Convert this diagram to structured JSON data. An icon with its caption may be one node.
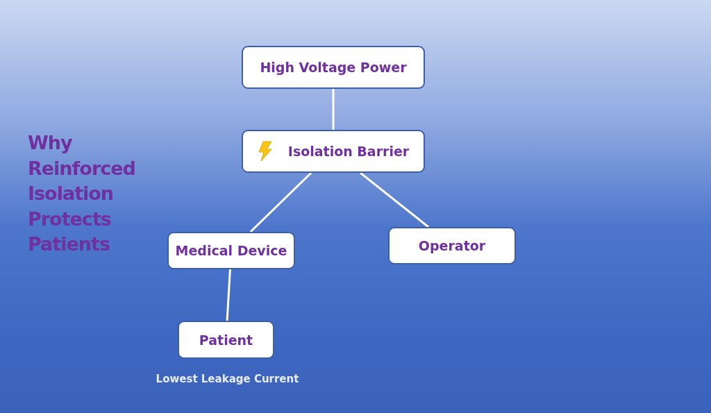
{
  "diagram": {
    "title": "Why Reinforced Isolation Protects Patients",
    "nodes": [
      {
        "text": [
          "High Voltage Power"
        ]
      },
      {
        "text": [
          "Isolation Barrier"
        ]
      },
      {
        "text": [
          "Medical Device"
        ]
      },
      {
        "text": [
          "Operator"
        ]
      },
      {
        "text": [
          "Patient"
        ],
        "beside": [
          "Lowest Leakage Current"
        ]
      }
    ],
    "edges": [
      {
        "from": 0,
        "to": 1,
        "arrow": "none"
      },
      {
        "from": 1,
        "to": 2,
        "arrow": "none"
      },
      {
        "from": 1,
        "to": 3,
        "arrow": "none"
      },
      {
        "from": 2,
        "to": 4,
        "arrow": "none"
      }
    ]
  }
}
